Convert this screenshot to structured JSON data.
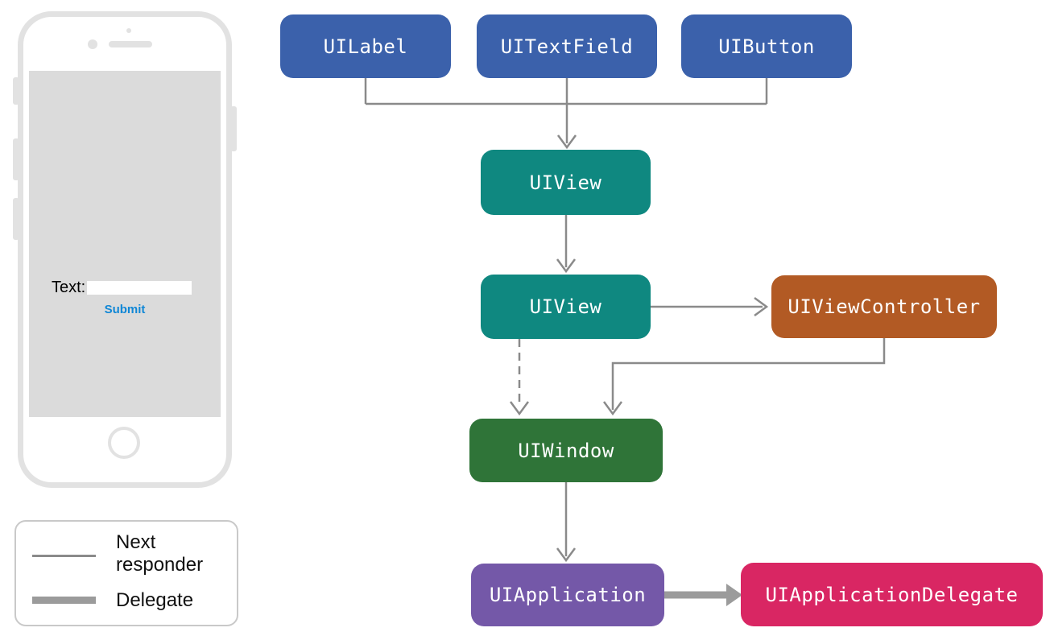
{
  "diagram_title": "UIKit responder chain and delegate diagram",
  "nodes": [
    {
      "id": "uilabel",
      "label": "UILabel",
      "color": "#3b61ab"
    },
    {
      "id": "uitextfield",
      "label": "UITextField",
      "color": "#3b61ab"
    },
    {
      "id": "uibutton",
      "label": "UIButton",
      "color": "#3b61ab"
    },
    {
      "id": "uiview-1",
      "label": "UIView",
      "color": "#0f8880"
    },
    {
      "id": "uiview-2",
      "label": "UIView",
      "color": "#0f8880"
    },
    {
      "id": "uiviewcontroller",
      "label": "UIViewController",
      "color": "#b25a24"
    },
    {
      "id": "uiwindow",
      "label": "UIWindow",
      "color": "#2f7438"
    },
    {
      "id": "uiapplication",
      "label": "UIApplication",
      "color": "#7458a8"
    },
    {
      "id": "uiapplicationdelegate",
      "label": "UIApplicationDelegate",
      "color": "#d92663"
    }
  ],
  "connections": [
    {
      "from": "uilabel",
      "to": "uiview-1",
      "type": "next-responder"
    },
    {
      "from": "uitextfield",
      "to": "uiview-1",
      "type": "next-responder"
    },
    {
      "from": "uibutton",
      "to": "uiview-1",
      "type": "next-responder"
    },
    {
      "from": "uiview-1",
      "to": "uiview-2",
      "type": "next-responder"
    },
    {
      "from": "uiview-2",
      "to": "uiviewcontroller",
      "type": "next-responder"
    },
    {
      "from": "uiviewcontroller",
      "to": "uiwindow",
      "type": "next-responder"
    },
    {
      "from": "uiview-2",
      "to": "uiwindow",
      "type": "next-responder-dashed"
    },
    {
      "from": "uiwindow",
      "to": "uiapplication",
      "type": "next-responder"
    },
    {
      "from": "uiapplication",
      "to": "uiapplicationdelegate",
      "type": "delegate"
    }
  ],
  "legend": {
    "items": [
      {
        "label": "Next responder",
        "style": "thin"
      },
      {
        "label": "Delegate",
        "style": "thick"
      }
    ]
  },
  "phone": {
    "text_label": "Text:",
    "input_value": "",
    "submit_label": "Submit",
    "submit_color": "#1087d6"
  },
  "colors": {
    "next_responder_line": "#8a8a8a",
    "delegate_line": "#9b9b9b",
    "legend_border": "#c9c9c9",
    "phone_chrome": "#e2e2e2",
    "phone_screen": "#dbdbdb",
    "node_text": "#ffffff",
    "background": "#ffffff"
  }
}
